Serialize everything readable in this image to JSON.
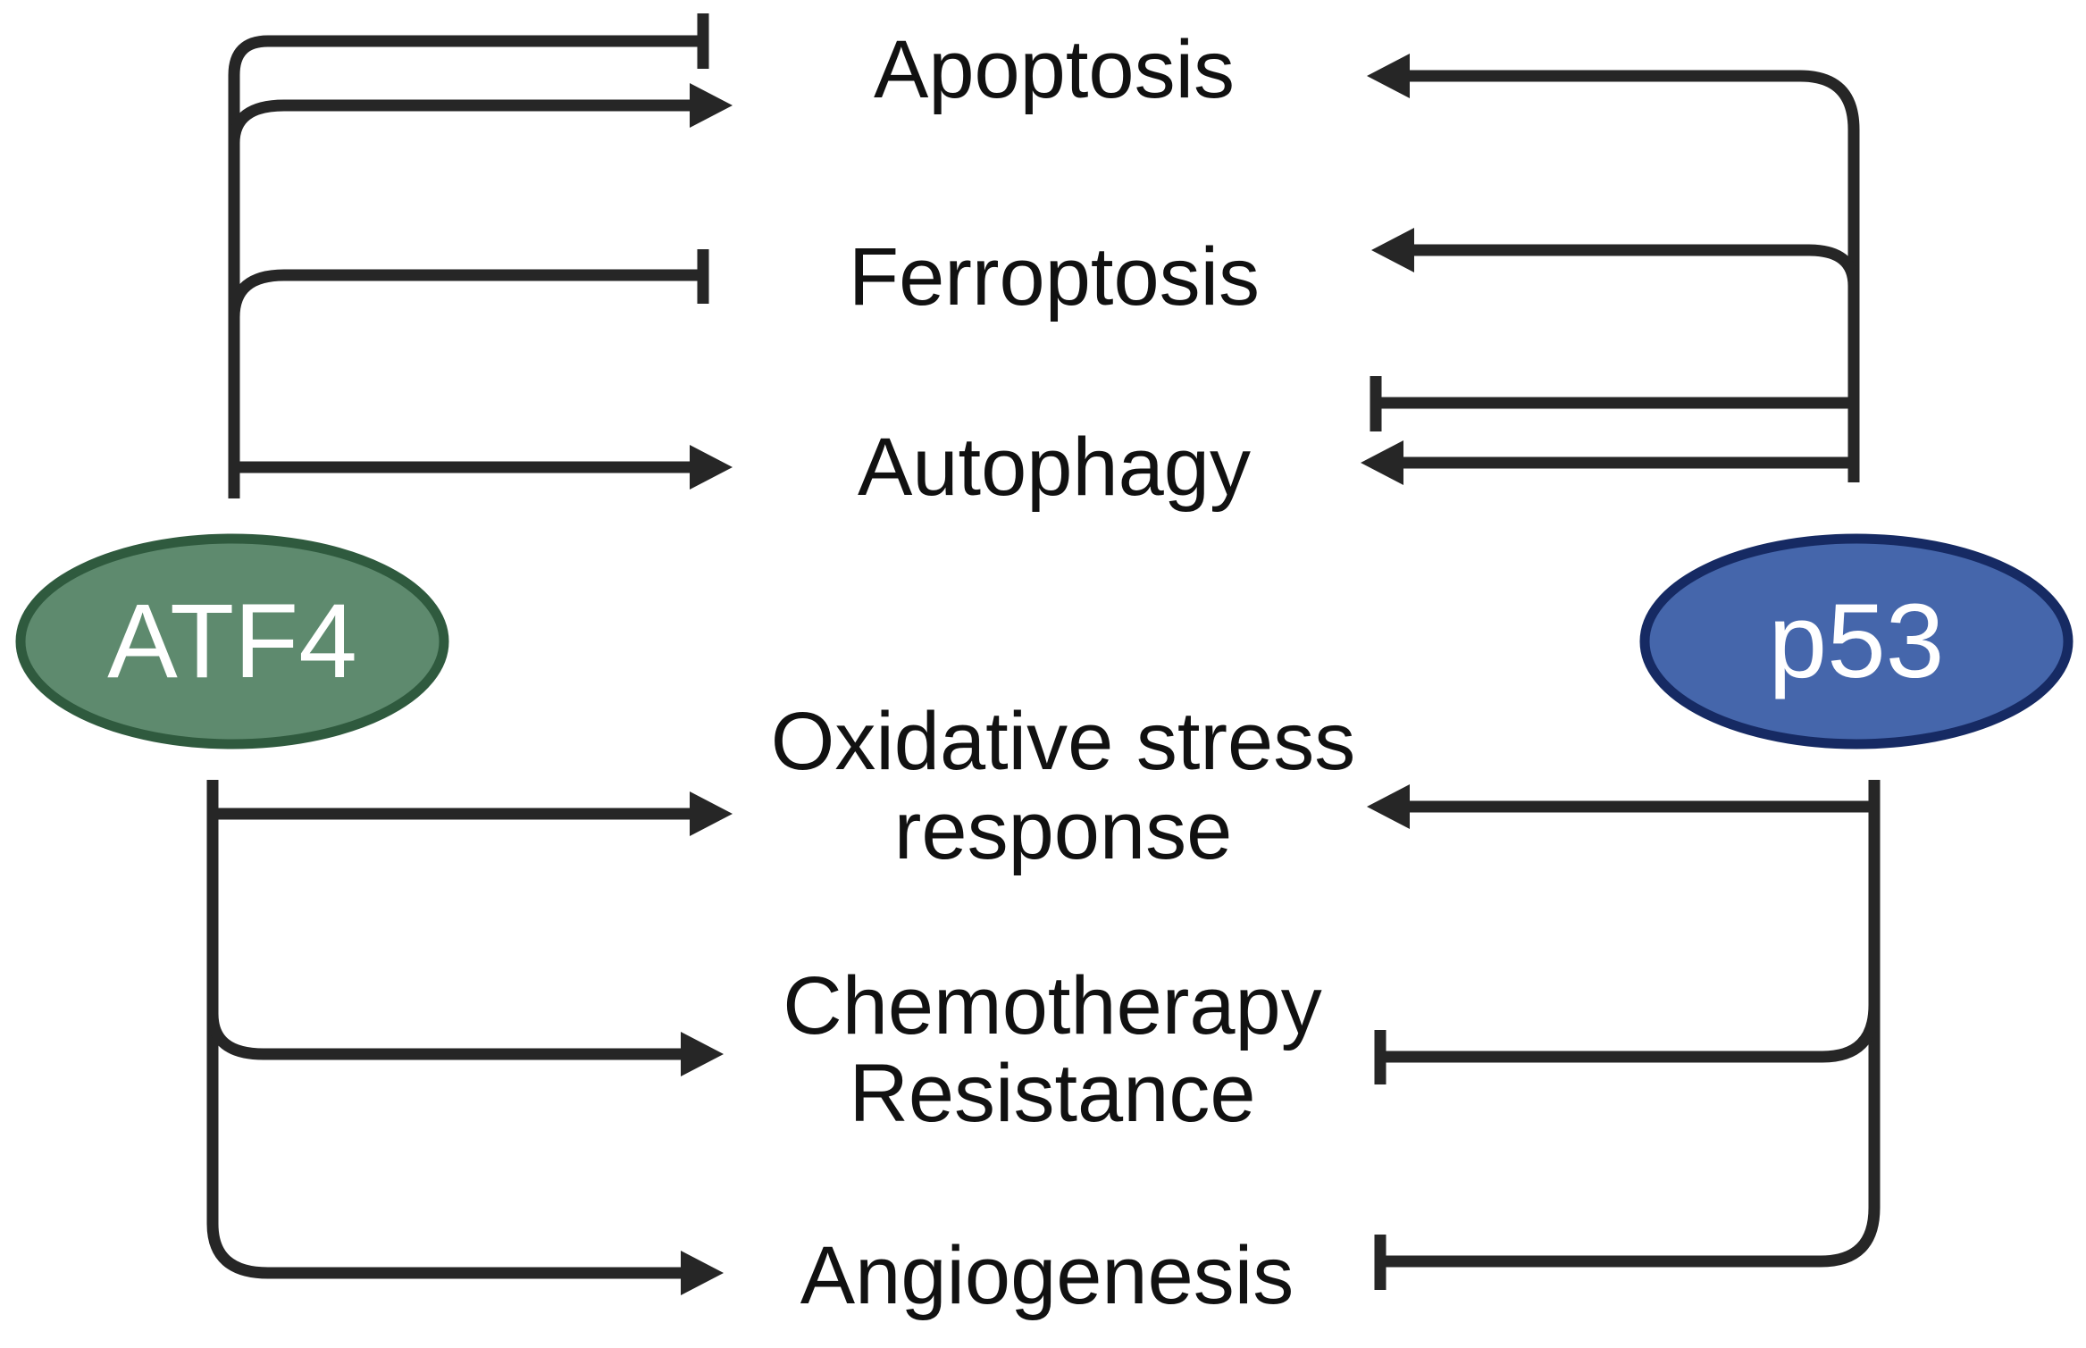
{
  "nodes": {
    "atf4": {
      "label": "ATF4",
      "fill": "#5e8a6e",
      "stroke": "#2f5a3e"
    },
    "p53": {
      "label": "p53",
      "fill": "#4566ab",
      "stroke": "#162a63"
    }
  },
  "processes": {
    "apoptosis": {
      "lines": [
        "Apoptosis"
      ]
    },
    "ferroptosis": {
      "lines": [
        "Ferroptosis"
      ]
    },
    "autophagy": {
      "lines": [
        "Autophagy"
      ]
    },
    "oxidative": {
      "lines": [
        "Oxidative stress",
        "response"
      ]
    },
    "chemo": {
      "lines": [
        "Chemotherapy",
        "Resistance"
      ]
    },
    "angiogenesis": {
      "lines": [
        "Angiogenesis"
      ]
    }
  },
  "edges": [
    {
      "source": "atf4",
      "target": "apoptosis",
      "effect": "inhibits"
    },
    {
      "source": "atf4",
      "target": "apoptosis",
      "effect": "activates"
    },
    {
      "source": "atf4",
      "target": "ferroptosis",
      "effect": "inhibits"
    },
    {
      "source": "atf4",
      "target": "autophagy",
      "effect": "activates"
    },
    {
      "source": "atf4",
      "target": "oxidative",
      "effect": "activates"
    },
    {
      "source": "atf4",
      "target": "chemo",
      "effect": "activates"
    },
    {
      "source": "atf4",
      "target": "angiogenesis",
      "effect": "activates"
    },
    {
      "source": "p53",
      "target": "apoptosis",
      "effect": "activates"
    },
    {
      "source": "p53",
      "target": "ferroptosis",
      "effect": "activates"
    },
    {
      "source": "p53",
      "target": "autophagy",
      "effect": "inhibits"
    },
    {
      "source": "p53",
      "target": "autophagy",
      "effect": "activates"
    },
    {
      "source": "p53",
      "target": "oxidative",
      "effect": "activates"
    },
    {
      "source": "p53",
      "target": "chemo",
      "effect": "inhibits"
    },
    {
      "source": "p53",
      "target": "angiogenesis",
      "effect": "inhibits"
    }
  ],
  "colors": {
    "line": "#262626",
    "text": "#111111"
  }
}
